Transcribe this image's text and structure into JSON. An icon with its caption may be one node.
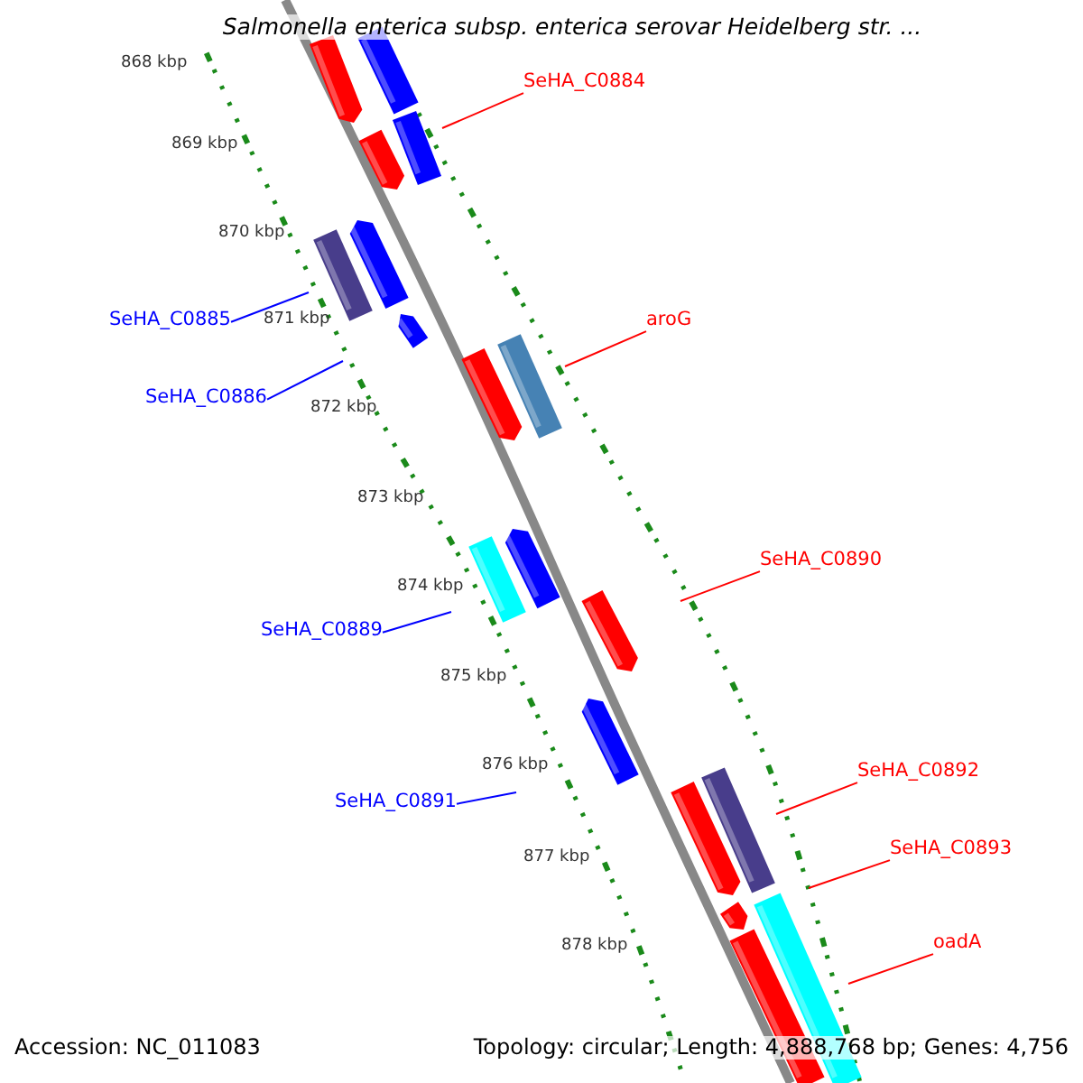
{
  "diagram": {
    "title": "Salmonella enterica subsp. enterica serovar Heidelberg str. ...",
    "nodes": [
      {
        "text": [
          "SeHA_C0884"
        ]
      },
      {
        "text": [
          "aroG"
        ]
      },
      {
        "text": [
          "SeHA_C0885"
        ]
      },
      {
        "text": [
          "SeHA_C0886"
        ]
      },
      {
        "text": [
          "SeHA_C0890"
        ]
      },
      {
        "text": [
          "SeHA_C0889"
        ]
      },
      {
        "text": [
          "SeHA_C0892"
        ]
      },
      {
        "text": [
          "SeHA_C0891"
        ]
      },
      {
        "text": [
          "SeHA_C0893"
        ]
      },
      {
        "text": [
          "oadA"
        ]
      }
    ],
    "edges": [
      {
        "from": 0,
        "to": null,
        "arrow": "none"
      },
      {
        "from": 1,
        "to": null,
        "arrow": "none"
      },
      {
        "from": 2,
        "to": null,
        "arrow": "none",
        "color": "#0000ff"
      },
      {
        "from": 3,
        "to": null,
        "arrow": "none",
        "color": "#0000ff"
      },
      {
        "from": 4,
        "to": null,
        "arrow": "none"
      },
      {
        "from": 5,
        "to": null,
        "arrow": "none",
        "color": "#0000ff"
      },
      {
        "from": 6,
        "to": null,
        "arrow": "none"
      },
      {
        "from": 7,
        "to": null,
        "arrow": "none",
        "color": "#0000ff"
      },
      {
        "from": 8,
        "to": null,
        "arrow": "none"
      },
      {
        "from": 9,
        "to": null,
        "arrow": "none"
      }
    ],
    "labels": [
      "868 kbp",
      "869 kbp",
      "870 kbp",
      "871 kbp",
      "872 kbp",
      "873 kbp",
      "874 kbp",
      "875 kbp",
      "876 kbp",
      "877 kbp",
      "878 kbp",
      "Accession: NC_011083",
      "Topology: circular; Length: 4,888,768 bp; Genes: 4,756"
    ]
  }
}
